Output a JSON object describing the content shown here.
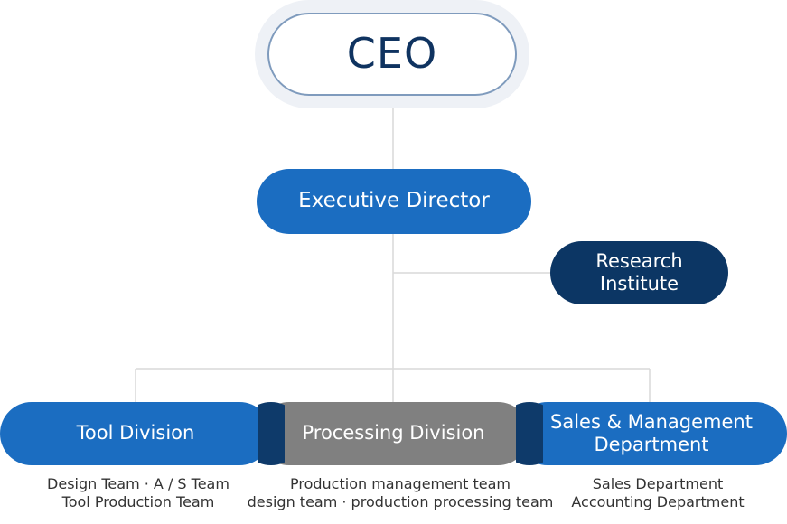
{
  "org_chart": {
    "ceo": {
      "label": "CEO"
    },
    "executive": {
      "label": "Executive Director"
    },
    "research": {
      "line1": "Research",
      "line2": "Institute"
    },
    "divisions": [
      {
        "line1": "Tool Division",
        "teams": [
          "Design Team · A / S Team",
          "Tool Production Team"
        ]
      },
      {
        "line1": "Processing Division",
        "teams": [
          "Production management team",
          "design team · production processing team"
        ]
      },
      {
        "line1": "Sales & Management",
        "line2": "Department",
        "teams": [
          "Sales Department",
          "Accounting Department"
        ]
      }
    ]
  },
  "colors": {
    "primary_blue": "#1b6dc1",
    "dark_navy": "#0c3664",
    "gray": "#808080",
    "overlap_navy": "#0e3a6a",
    "connector": "#d9d9d9"
  }
}
